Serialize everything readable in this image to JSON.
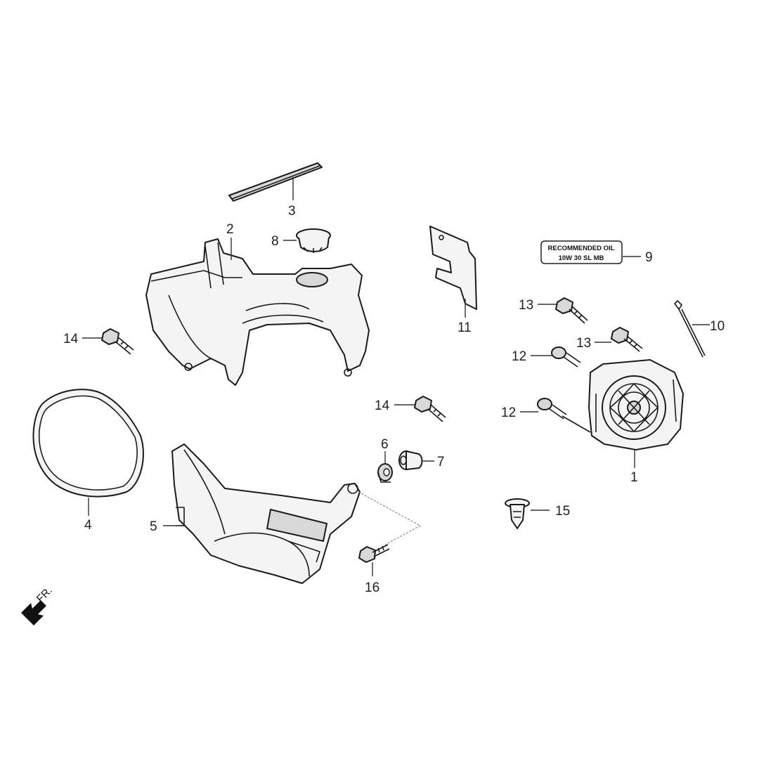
{
  "callouts": {
    "c1": "1",
    "c2": "2",
    "c3": "3",
    "c4": "4",
    "c5": "5",
    "c6": "6",
    "c7": "7",
    "c8": "8",
    "c9": "9",
    "c10": "10",
    "c11": "11",
    "c12a": "12",
    "c12b": "12",
    "c13a": "13",
    "c13b": "13",
    "c14a": "14",
    "c14b": "14",
    "c15": "15",
    "c16": "16"
  },
  "oil_label": {
    "line1": "RECOMMENDED OIL",
    "line2": "10W 30 SL MB"
  },
  "direction": {
    "label": "FR."
  },
  "icons": {
    "front_arrow": "arrow-down-left-icon"
  }
}
